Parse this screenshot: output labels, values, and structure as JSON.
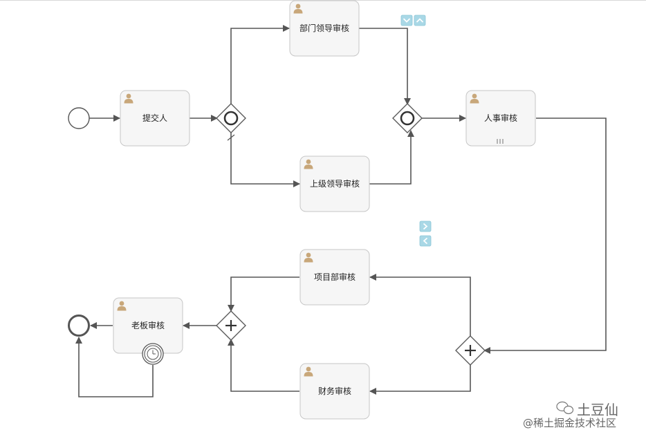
{
  "tasks": {
    "submitter": "提交人",
    "dept_leader": "部门领导审核",
    "superior_leader": "上级领导审核",
    "hr_review": "人事审核",
    "project_review": "项目部审核",
    "finance_review": "财务审核",
    "boss_review": "老板审核"
  },
  "watermark": {
    "brand": "土豆仙",
    "community": "@稀土掘金技术社区"
  },
  "colors": {
    "user_icon": "#c8a77a",
    "nav_button": "#a9d8e6",
    "task_fill": "#f6f6f6",
    "flow_line": "#555555"
  }
}
